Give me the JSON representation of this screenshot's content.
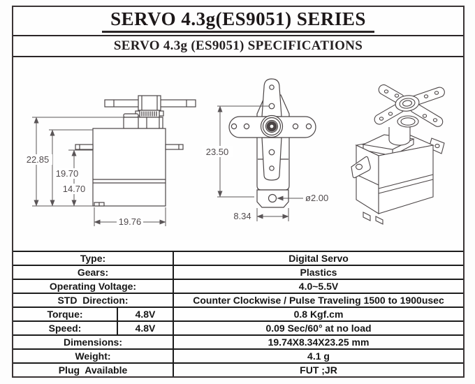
{
  "page": {
    "title": "SERVO 4.3g(ES9051) SERIES",
    "subtitle": "SERVO 4.3g (ES9051)  SPECIFICATIONS"
  },
  "drawings": {
    "side_view": {
      "total_height": "22.85",
      "upper_height": "19.70",
      "flange_height": "14.70",
      "body_width": "19.76"
    },
    "front_view": {
      "overall_height": "23.50",
      "body_width": "8.34",
      "mount_hole_diameter": "ø2.00"
    }
  },
  "table": {
    "rows": [
      {
        "label": "Type:",
        "value": "Digital Servo"
      },
      {
        "label": "Gears:",
        "value": "Plastics"
      },
      {
        "label": "Operating Voltage:",
        "value": "4.0~5.5V"
      },
      {
        "label": "STD  Direction:",
        "value": "Counter Clockwise / Pulse Traveling 1500 to 1900usec"
      },
      {
        "label": "Torque:",
        "sub": "4.8V",
        "value": "0.8 Kgf.cm"
      },
      {
        "label": "Speed:",
        "sub": "4.8V",
        "value": "0.09 Sec/60° at no load"
      },
      {
        "label": "Dimensions:",
        "value": "19.74X8.34X23.25 mm"
      },
      {
        "label": "Weight:",
        "value": "4.1 g"
      },
      {
        "label": "Plug  Available",
        "value": "FUT ;JR"
      }
    ]
  },
  "colors": {
    "line": "#4b4546",
    "dimension_line": "#5a5557",
    "border": "#1c1c1c",
    "text": "#161616"
  }
}
